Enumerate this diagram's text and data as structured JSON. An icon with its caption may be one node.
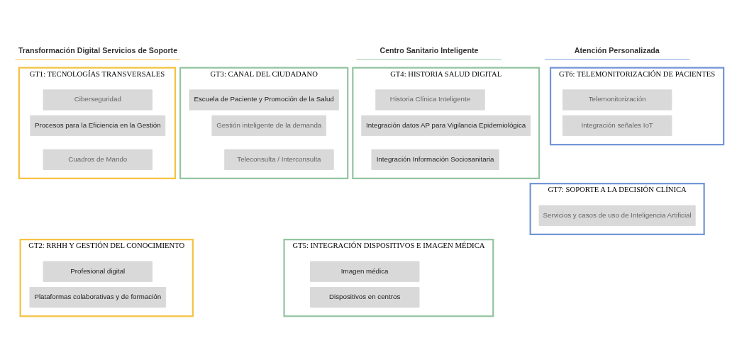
{
  "diagram": {
    "nodes": [
      {
        "text": [
          "GT1: TECNOLOGÍAS TRANSVERSALES"
        ]
      },
      {
        "text": [
          "Ciberseguridad"
        ],
        "in": 0
      },
      {
        "text": [
          "Procesos para la Eficiencia en la Gestión"
        ],
        "in": 0
      },
      {
        "text": [
          "Cuadros de Mando"
        ],
        "in": 0
      },
      {
        "text": [
          "GT2: RRHH Y GESTIÓN DEL CONOCIMIENTO"
        ]
      },
      {
        "text": [
          "Profesional digital"
        ],
        "in": 4
      },
      {
        "text": [
          "Plataformas colaborativas y de formación"
        ],
        "in": 4
      },
      {
        "text": [
          "GT3: CANAL DEL CIUDADANO"
        ]
      },
      {
        "text": [
          "Escuela de Paciente y Promoción de la Salud"
        ],
        "in": 7
      },
      {
        "text": [
          "Gestión inteligente de la demanda"
        ],
        "in": 7
      },
      {
        "text": [
          "Teleconsulta / Interconsulta"
        ],
        "in": 7
      },
      {
        "text": [
          "GT4: HISTORIA SALUD DIGITAL"
        ]
      },
      {
        "text": [
          "Historia Clínica Inteligente"
        ],
        "in": 11
      },
      {
        "text": [
          "Integración datos AP para Vigilancia Epidemiológica"
        ],
        "in": 11
      },
      {
        "text": [
          "Integración Información Sociosanitaria"
        ],
        "in": 11
      },
      {
        "text": [
          "GT5: INTEGRACIÓN DISPOSITIVOS E IMAGEN MÉDICA"
        ]
      },
      {
        "text": [
          "Imagen médica"
        ],
        "in": 15
      },
      {
        "text": [
          "Dispositivos en centros"
        ],
        "in": 15
      },
      {
        "text": [
          "GT6: TELEMONITORIZACIÓN DE PACIENTES"
        ]
      },
      {
        "text": [
          "Telemonitorización"
        ],
        "in": 18
      },
      {
        "text": [
          "Integración señales IoT"
        ],
        "in": 18
      },
      {
        "text": [
          "GT7: SOPORTE A LA DECISIÓN CLÍNICA"
        ]
      },
      {
        "text": [
          "Servicios y casos de uso de Inteligencia Artificial"
        ],
        "in": 21
      }
    ],
    "edges": [],
    "labels": [
      "Transformación Digital Servicios de Soporte",
      "Centro Sanitario Inteligente",
      "Atención Personalizada"
    ]
  }
}
